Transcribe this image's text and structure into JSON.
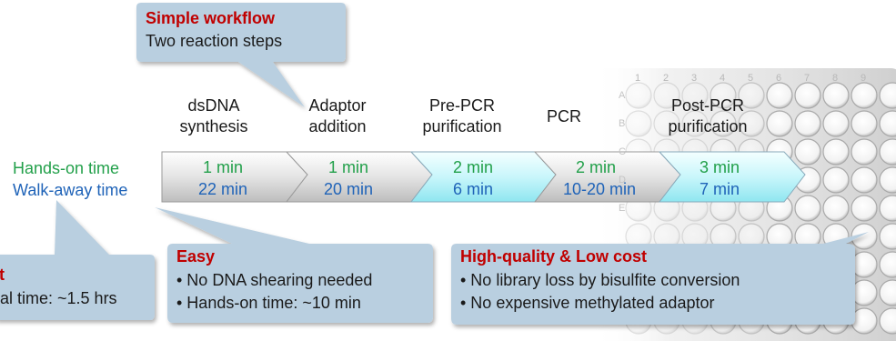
{
  "workflow_callout": {
    "title": "Simple workflow",
    "subtitle": "Two reaction steps"
  },
  "legend": {
    "hands_on": "Hands-on time",
    "walk_away": "Walk-away time"
  },
  "steps": [
    {
      "title_line1": "dsDNA",
      "title_line2": "synthesis",
      "hands_on": "1 min",
      "walk_away": "22 min"
    },
    {
      "title_line1": "Adaptor",
      "title_line2": "addition",
      "hands_on": "1 min",
      "walk_away": "20 min"
    },
    {
      "title_line1": "Pre-PCR",
      "title_line2": "purification",
      "hands_on": "2 min",
      "walk_away": "6 min"
    },
    {
      "title_line1": "PCR",
      "title_line2": "",
      "hands_on": "2 min",
      "walk_away": "10-20 min"
    },
    {
      "title_line1": "Post-PCR",
      "title_line2": "purification",
      "hands_on": "3 min",
      "walk_away": "7 min"
    }
  ],
  "callouts": {
    "fast": {
      "title": "t",
      "line1": "al time: ~1.5 hrs"
    },
    "easy": {
      "title": "Easy",
      "bullet1": "• No DNA shearing needed",
      "bullet2": "• Hands-on time: ~10 min"
    },
    "quality": {
      "title": "High-quality & Low cost",
      "bullet1": "• No library loss by bisulfite conversion",
      "bullet2": "• No expensive methylated adaptor"
    }
  },
  "plate": {
    "columns": [
      "1",
      "2",
      "3",
      "4",
      "5",
      "6",
      "7",
      "8",
      "9"
    ],
    "rows": [
      "A",
      "B",
      "C",
      "D",
      "E"
    ]
  },
  "colors": {
    "red_title": "#c00000",
    "green": "#22a04a",
    "blue": "#1f63b8",
    "callout_bg": "#b9cfe0"
  }
}
